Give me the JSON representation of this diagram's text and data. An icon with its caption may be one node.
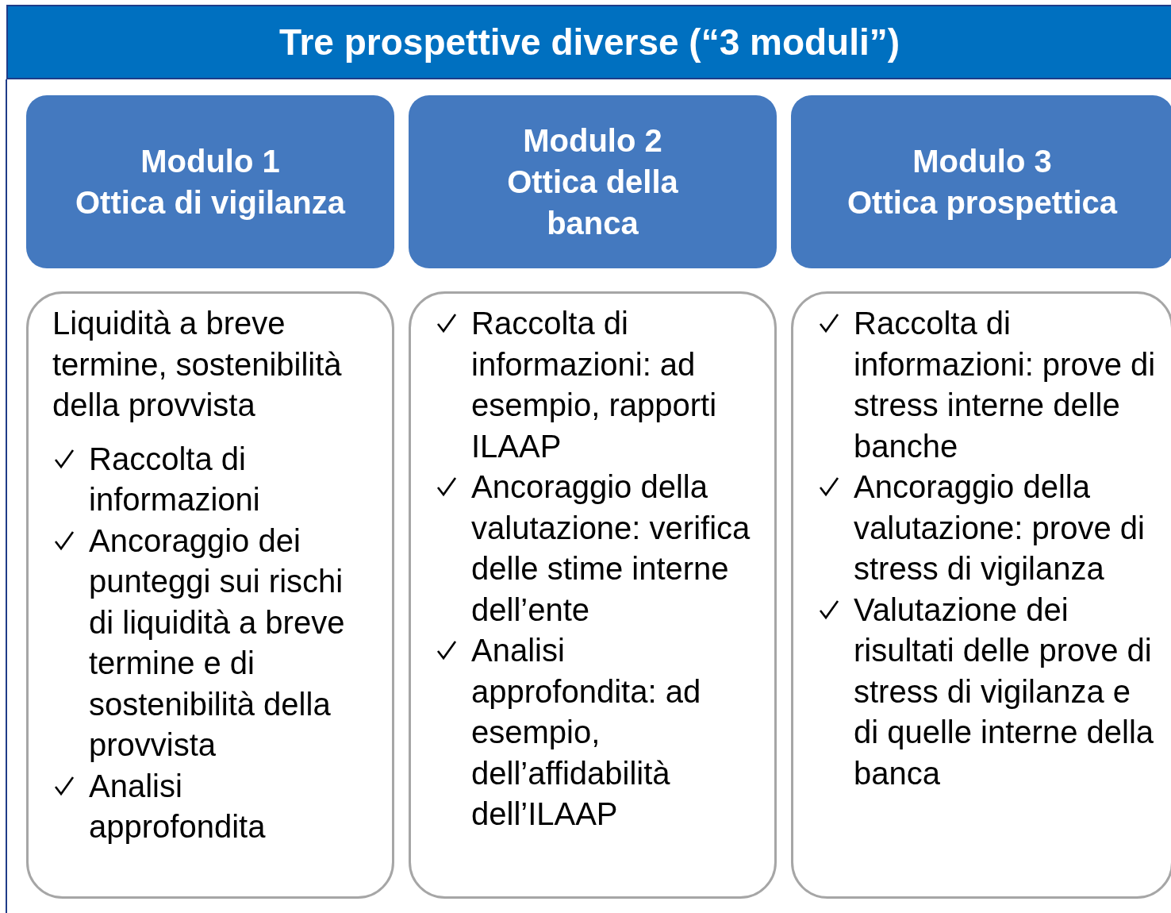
{
  "diagram": {
    "title": "Tre prospettive diverse (“3 moduli”)",
    "nodes": [
      {
        "text": [
          "Modulo 1",
          "Ottica di vigilanza"
        ]
      },
      {
        "text": [
          "Modulo 2",
          "Ottica della banca"
        ]
      },
      {
        "text": [
          "Modulo 3",
          "Ottica prospettica"
        ]
      },
      {
        "text": [
          "Liquidità a breve termine, sostenibilità della provvista",
          "Raccolta di informazioni",
          "Ancoraggio dei punteggi sui rischi di liquidità a breve termine e di sostenibilità della provvista",
          "Analisi approfondita"
        ]
      },
      {
        "text": [
          "Raccolta di informazioni: ad esempio, rapporti ILAAP",
          "Ancoraggio della valutazione: verifica delle stime interne dell’ente",
          "Analisi approfondita: ad esempio, dell’affidabilità dell’ILAAP"
        ]
      },
      {
        "text": [
          "Raccolta di informazioni: prove di stress interne delle banche",
          "Ancoraggio della valutazione: prove di stress di vigilanza",
          "Valutazione dei risultati delle prove di stress di vigilanza e di quelle interne della banca"
        ]
      }
    ],
    "edges": []
  }
}
